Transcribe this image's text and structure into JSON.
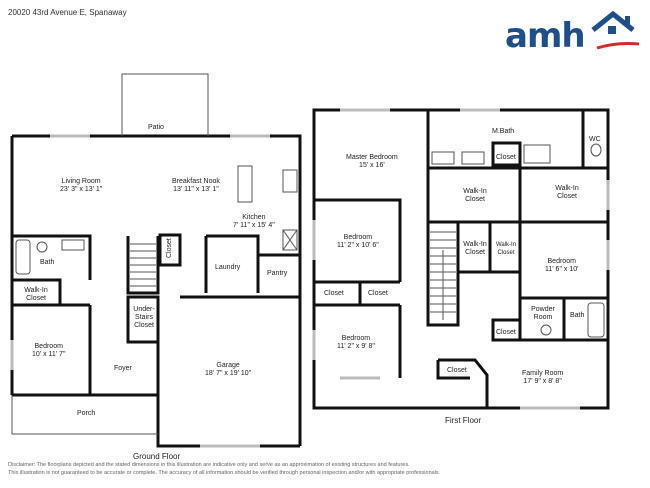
{
  "header": {
    "address": "20020 43rd Avenue E, Spanaway",
    "logo_text": "amh"
  },
  "brand": {
    "blue": "#1f4e8c",
    "red": "#d62a2a",
    "wall": "#111111"
  },
  "ground_floor": {
    "caption": "Ground Floor",
    "rooms": {
      "patio": {
        "name": "Patio"
      },
      "living": {
        "name": "Living Room",
        "dims": "23' 3\" x 13' 1\""
      },
      "nook": {
        "name": "Breakfast Nook",
        "dims": "13' 11\" x 13' 1\""
      },
      "kitchen": {
        "name": "Kitchen",
        "dims": "7' 11\" x 15' 4\""
      },
      "bath": {
        "name": "Bath"
      },
      "closet": {
        "name": "Closet"
      },
      "laundry": {
        "name": "Laundry"
      },
      "pantry": {
        "name": "Pantry"
      },
      "walkin": {
        "name": "Walk-In Closet"
      },
      "understairs": {
        "name": "Under-Stairs Closet"
      },
      "bedroom": {
        "name": "Bedroom",
        "dims": "10' x 11' 7\""
      },
      "foyer": {
        "name": "Foyer"
      },
      "garage": {
        "name": "Garage",
        "dims": "18' 7\" x 19' 10\""
      },
      "porch": {
        "name": "Porch"
      }
    }
  },
  "first_floor": {
    "caption": "First Floor",
    "rooms": {
      "master": {
        "name": "Master Bedroom",
        "dims": "15' x 16'"
      },
      "mbath": {
        "name": "M.Bath"
      },
      "mcloset": {
        "name": "Closet"
      },
      "wc": {
        "name": "WC"
      },
      "walkin1": {
        "name": "Walk-In Closet"
      },
      "walkin2": {
        "name": "Walk-In Closet"
      },
      "bed1": {
        "name": "Bedroom",
        "dims": "11' 2\" x 10' 6\""
      },
      "walkin3": {
        "name": "Walk-In Closet"
      },
      "walkin4": {
        "name": "Walk-In Closet"
      },
      "bed2": {
        "name": "Bedroom",
        "dims": "11' 6\" x 10'"
      },
      "closet_a": {
        "name": "Closet"
      },
      "closet_b": {
        "name": "Closet"
      },
      "powder": {
        "name": "Powder Room"
      },
      "bath": {
        "name": "Bath"
      },
      "closet_c": {
        "name": "Closet"
      },
      "bed3": {
        "name": "Bedroom",
        "dims": "11' 2\" x 9' 8\""
      },
      "closet_d": {
        "name": "Closet"
      },
      "family": {
        "name": "Family Room",
        "dims": "17' 9\" x 8' 8\""
      }
    }
  },
  "disclaimer": {
    "line1": "Disclaimer: The floorplans depicted and the stated dimensions in this illustration are indicative only and serve as an approximation of existing structures and features.",
    "line2": "This illustration is not guaranteed to be accurate or complete. The accuracy of all information should be verified through personal inspection and/or with appropriate professionals."
  }
}
